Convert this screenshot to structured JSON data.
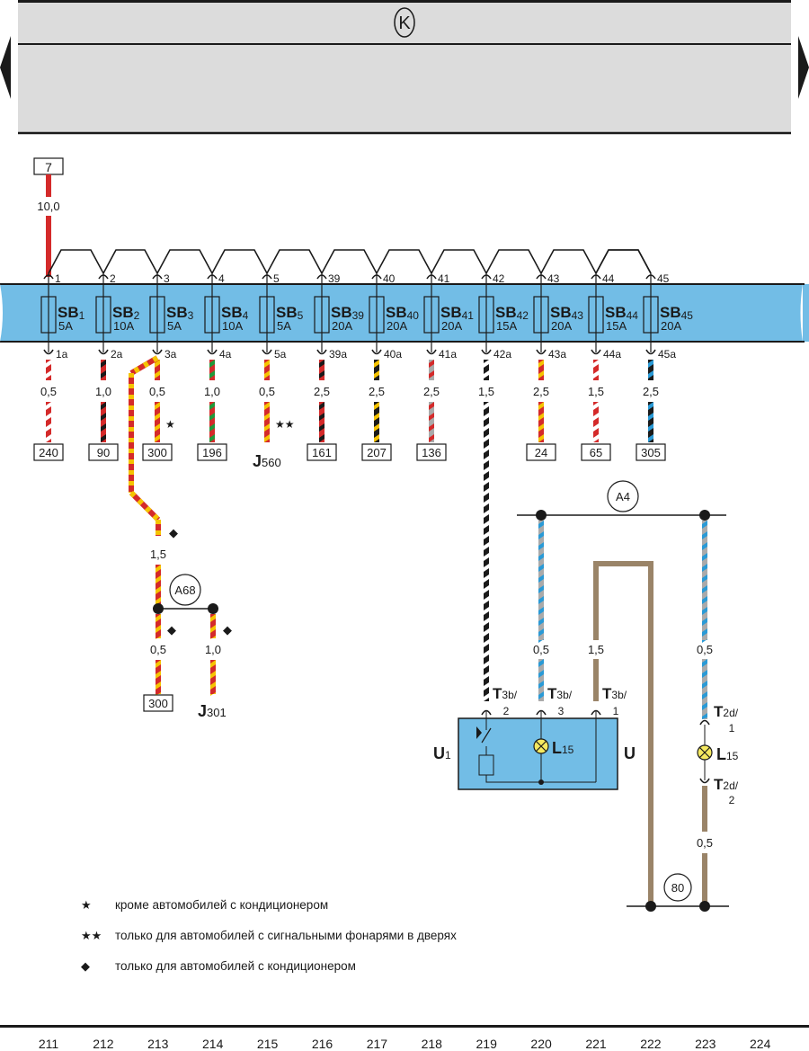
{
  "header": {
    "title_symbol": "K",
    "colors": {
      "panel": "#dcdcdc",
      "border": "#1a1a1a"
    }
  },
  "feed": {
    "terminal": "7",
    "wire_size": "10,0",
    "wire_color": "#d42a2a"
  },
  "fuse_panel": {
    "color": "#72bde6",
    "fuses": [
      {
        "name": "SB",
        "num": "1",
        "rating": "5A",
        "in": "1",
        "out": "1a",
        "size": "0,5",
        "dest": "240",
        "colors": [
          "#d42a2a",
          "#ffffff"
        ],
        "note": ""
      },
      {
        "name": "SB",
        "num": "2",
        "rating": "10A",
        "in": "2",
        "out": "2a",
        "size": "1,0",
        "dest": "90",
        "colors": [
          "#d42a2a",
          "#1a1a1a"
        ],
        "note": ""
      },
      {
        "name": "SB",
        "num": "3",
        "rating": "5A",
        "in": "3",
        "out": "3a",
        "size": "0,5",
        "dest": "300",
        "colors": [
          "#d42a2a",
          "#f5c400"
        ],
        "note": "★"
      },
      {
        "name": "SB",
        "num": "4",
        "rating": "10A",
        "in": "4",
        "out": "4a",
        "size": "1,0",
        "dest": "196",
        "colors": [
          "#d42a2a",
          "#1f9a3a"
        ],
        "note": ""
      },
      {
        "name": "SB",
        "num": "5",
        "rating": "5A",
        "in": "5",
        "out": "5a",
        "size": "0,5",
        "dest": "J",
        "dest_sub": "560",
        "colors": [
          "#d42a2a",
          "#f5c400"
        ],
        "note": "★★"
      },
      {
        "name": "SB",
        "num": "39",
        "rating": "20A",
        "in": "39",
        "out": "39a",
        "size": "2,5",
        "dest": "161",
        "colors": [
          "#d42a2a",
          "#1a1a1a"
        ],
        "note": ""
      },
      {
        "name": "SB",
        "num": "40",
        "rating": "20A",
        "in": "40",
        "out": "40a",
        "size": "2,5",
        "dest": "207",
        "colors": [
          "#1a1a1a",
          "#f5c400"
        ],
        "note": ""
      },
      {
        "name": "SB",
        "num": "41",
        "rating": "20A",
        "in": "41",
        "out": "41a",
        "size": "2,5",
        "dest": "136",
        "colors": [
          "#aaaaaa",
          "#d42a2a"
        ],
        "note": ""
      },
      {
        "name": "SB",
        "num": "42",
        "rating": "15A",
        "in": "42",
        "out": "42a",
        "size": "1,5",
        "dest": "",
        "colors": [
          "#1a1a1a",
          "#ffffff"
        ],
        "note": ""
      },
      {
        "name": "SB",
        "num": "43",
        "rating": "20A",
        "in": "43",
        "out": "43a",
        "size": "2,5",
        "dest": "24",
        "colors": [
          "#d42a2a",
          "#f5c400"
        ],
        "note": ""
      },
      {
        "name": "SB",
        "num": "44",
        "rating": "15A",
        "in": "44",
        "out": "44a",
        "size": "1,5",
        "dest": "65",
        "colors": [
          "#d42a2a",
          "#ffffff"
        ],
        "note": ""
      },
      {
        "name": "SB",
        "num": "45",
        "rating": "20A",
        "in": "45",
        "out": "45a",
        "size": "2,5",
        "dest": "305",
        "colors": [
          "#1a1a1a",
          "#2a9ad6"
        ],
        "note": ""
      }
    ]
  },
  "branch_a68": {
    "connector": "A68",
    "main_size": "1,5",
    "left_size": "0,5",
    "right_size": "1,0",
    "left_dest": "300",
    "right_dest": "J",
    "right_dest_sub": "301",
    "note": "◆",
    "colors": [
      "#d42a2a",
      "#f5c400"
    ]
  },
  "ground_circuit": {
    "connector_a4": "A4",
    "ground": "80",
    "wire_blue_size": "0,5",
    "wire_brown_size": "1,5",
    "wire_right_size": "0,5",
    "wire_bottom_size": "0,5",
    "brown": "#9a8468",
    "blue_grey": [
      "#aaaaaa",
      "#2a9ad6"
    ]
  },
  "module_u1": {
    "label": "U",
    "label_sub": "1",
    "right_label": "U",
    "lamp": "L",
    "lamp_sub": "15",
    "pins": [
      {
        "conn": "T",
        "sub": "3b/",
        "pin": "2"
      },
      {
        "conn": "T",
        "sub": "3b/",
        "pin": "3"
      },
      {
        "conn": "T",
        "sub": "3b/",
        "pin": "1"
      }
    ],
    "fill": "#72bde6"
  },
  "right_lamp": {
    "lamp": "L",
    "lamp_sub": "15",
    "top_conn": "T",
    "top_sub": "2d/",
    "top_pin": "1",
    "bottom_conn": "T",
    "bottom_sub": "2d/",
    "bottom_pin": "2"
  },
  "legend": [
    {
      "symbol": "★",
      "text": "кроме автомобилей с кондиционером"
    },
    {
      "symbol": "★★",
      "text": "только для автомобилей с сигнальными фонарями в дверях"
    },
    {
      "symbol": "◆",
      "text": "только для автомобилей с кондиционером"
    }
  ],
  "columns": [
    "211",
    "212",
    "213",
    "214",
    "215",
    "216",
    "217",
    "218",
    "219",
    "220",
    "221",
    "222",
    "223",
    "224"
  ]
}
